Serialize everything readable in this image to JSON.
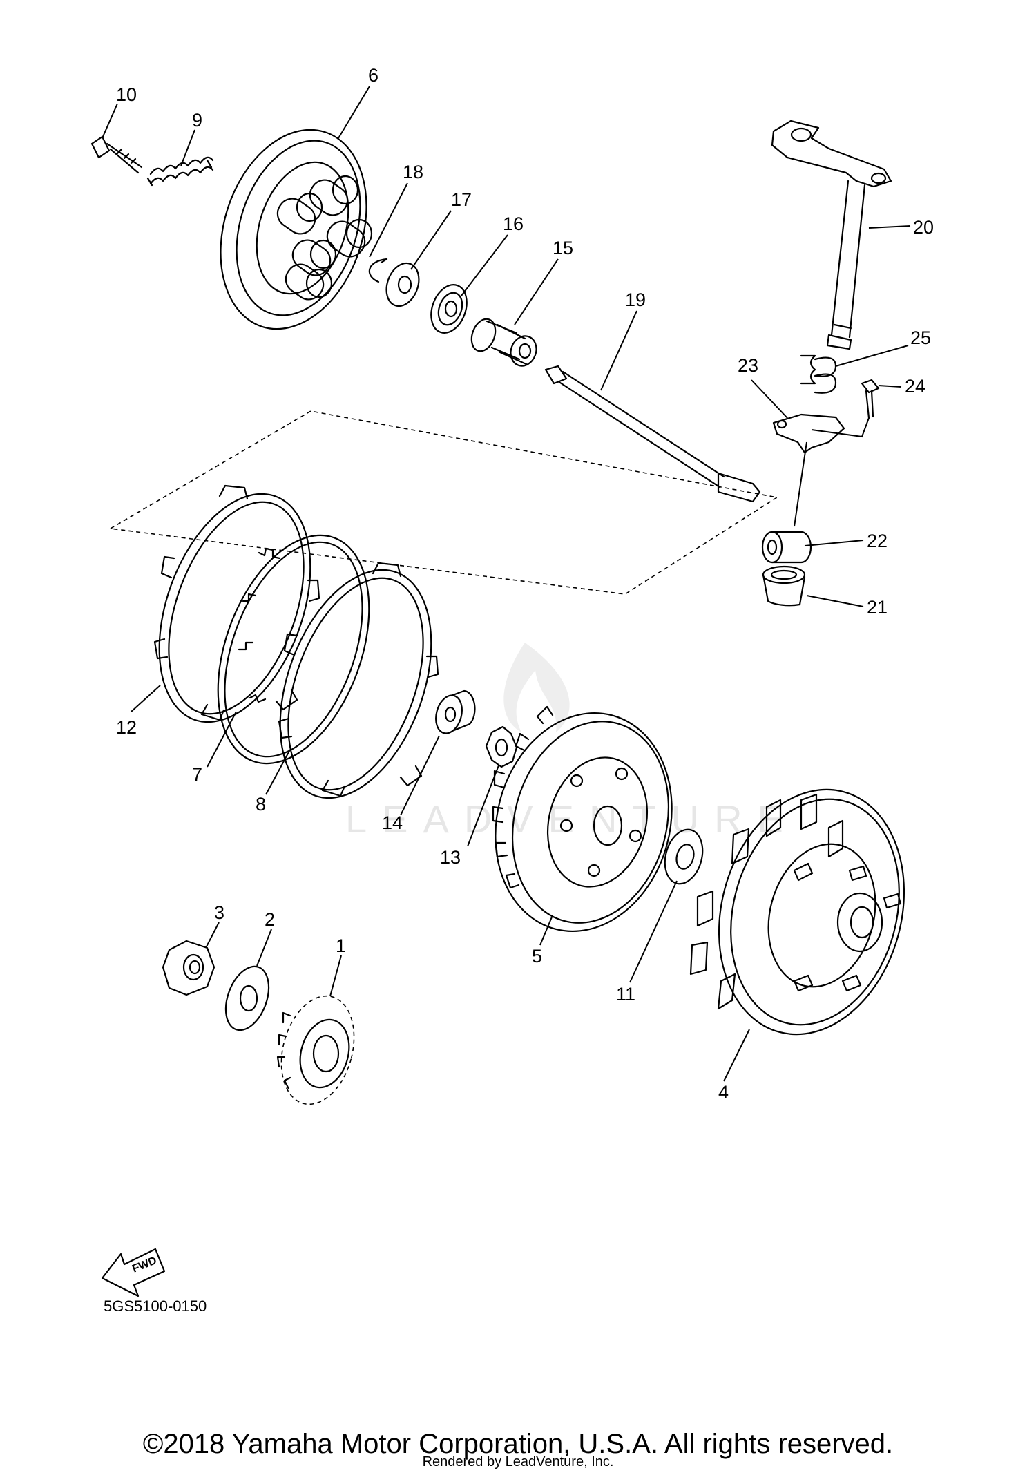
{
  "diagram": {
    "callouts": [
      "1",
      "2",
      "3",
      "4",
      "5",
      "6",
      "7",
      "8",
      "9",
      "10",
      "11",
      "12",
      "13",
      "14",
      "15",
      "16",
      "17",
      "18",
      "19",
      "20",
      "21",
      "22",
      "23",
      "24",
      "25"
    ],
    "fwd_label": "FWD",
    "diagram_code": "5GS5100-0150",
    "watermark": "LEADVENTURE"
  },
  "footer": {
    "copyright": "©2018 Yamaha Motor Corporation, U.S.A. All rights reserved.",
    "rendered_by": "Rendered by LeadVenture, Inc."
  }
}
